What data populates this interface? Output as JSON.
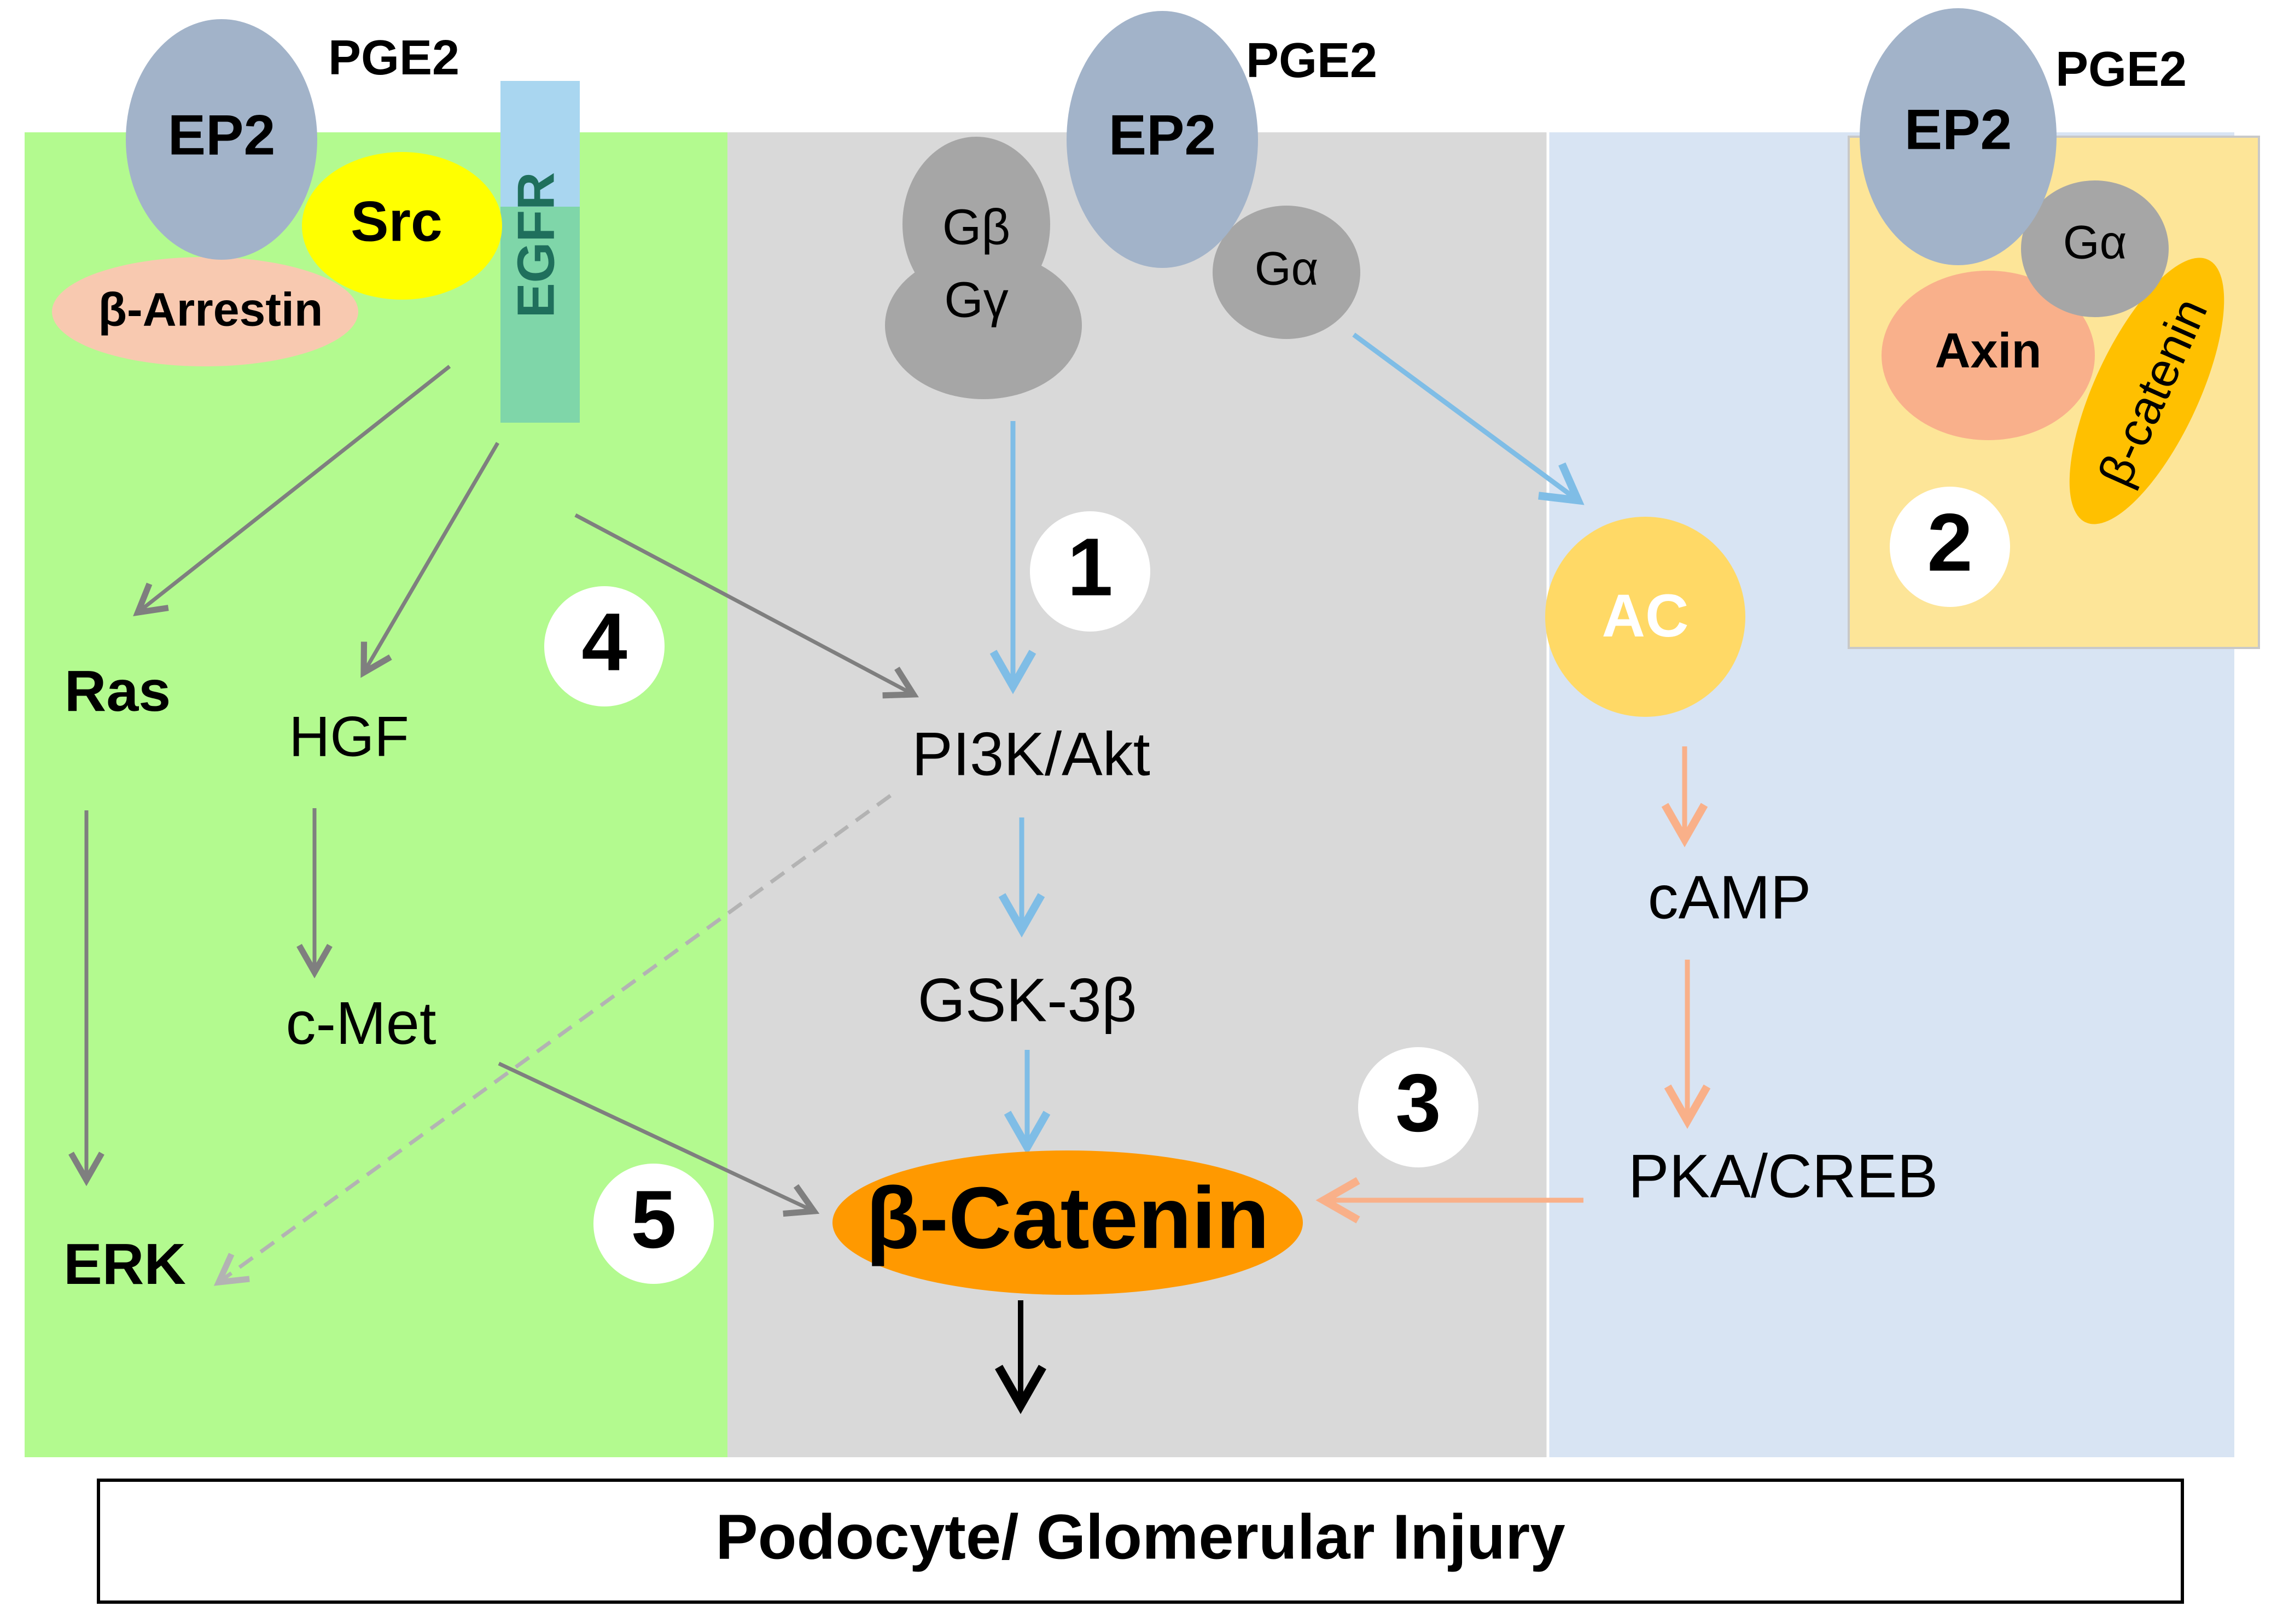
{
  "colors": {
    "green_panel": "#b3fa8f",
    "gray_panel": "#d9d9d9",
    "blue_panel": "#d8e4f3",
    "yellow_box": "#fde598",
    "receptor_blue_gray": "#a2b3c9",
    "g_protein_gray": "#a6a6a6",
    "src_yellow": "#ffff00",
    "arrestin_salmon": "#f8c9b0",
    "egfr_top_blue": "#a9d6f0",
    "egfr_bottom_teal": "#7fd6a9",
    "ac_yellow": "#ffd966",
    "axin_salmon": "#f9b08b",
    "catenin_small_yellow": "#ffc000",
    "catenin_main_orange": "#ff9900",
    "arrow_gray": "#7f7f7f",
    "arrow_blue": "#7fbde6",
    "arrow_orange": "#f9b089",
    "arrow_dashed_gray": "#b3b3b3",
    "arrow_black": "#000000"
  },
  "left_panel": {
    "pge2": "PGE2",
    "ep2": "EP2",
    "src": "Src",
    "arrestin": "β-Arrestin",
    "egfr": "EGFR",
    "ras": "Ras",
    "hgf": "HGF",
    "cmet": "c-Met",
    "erk": "ERK",
    "badge_4": "4",
    "badge_5": "5"
  },
  "middle_panel": {
    "pge2": "PGE2",
    "ep2": "EP2",
    "g_beta": "Gβ",
    "g_gamma": "Gγ",
    "g_alpha": "Gα",
    "badge_1": "1",
    "pi3k": "PI3K/Akt",
    "gsk": "GSK-3β",
    "beta_catenin": "β-Catenin"
  },
  "right_panel": {
    "pge2": "PGE2",
    "ep2": "EP2",
    "g_alpha": "Gα",
    "axin": "Axin",
    "beta_catenin_small": "β-catenin",
    "badge_2": "2",
    "ac": "AC",
    "camp": "cAMP",
    "pka": "PKA/CREB",
    "badge_3": "3"
  },
  "outcome": {
    "label": "Podocyte/ Glomerular Injury"
  }
}
